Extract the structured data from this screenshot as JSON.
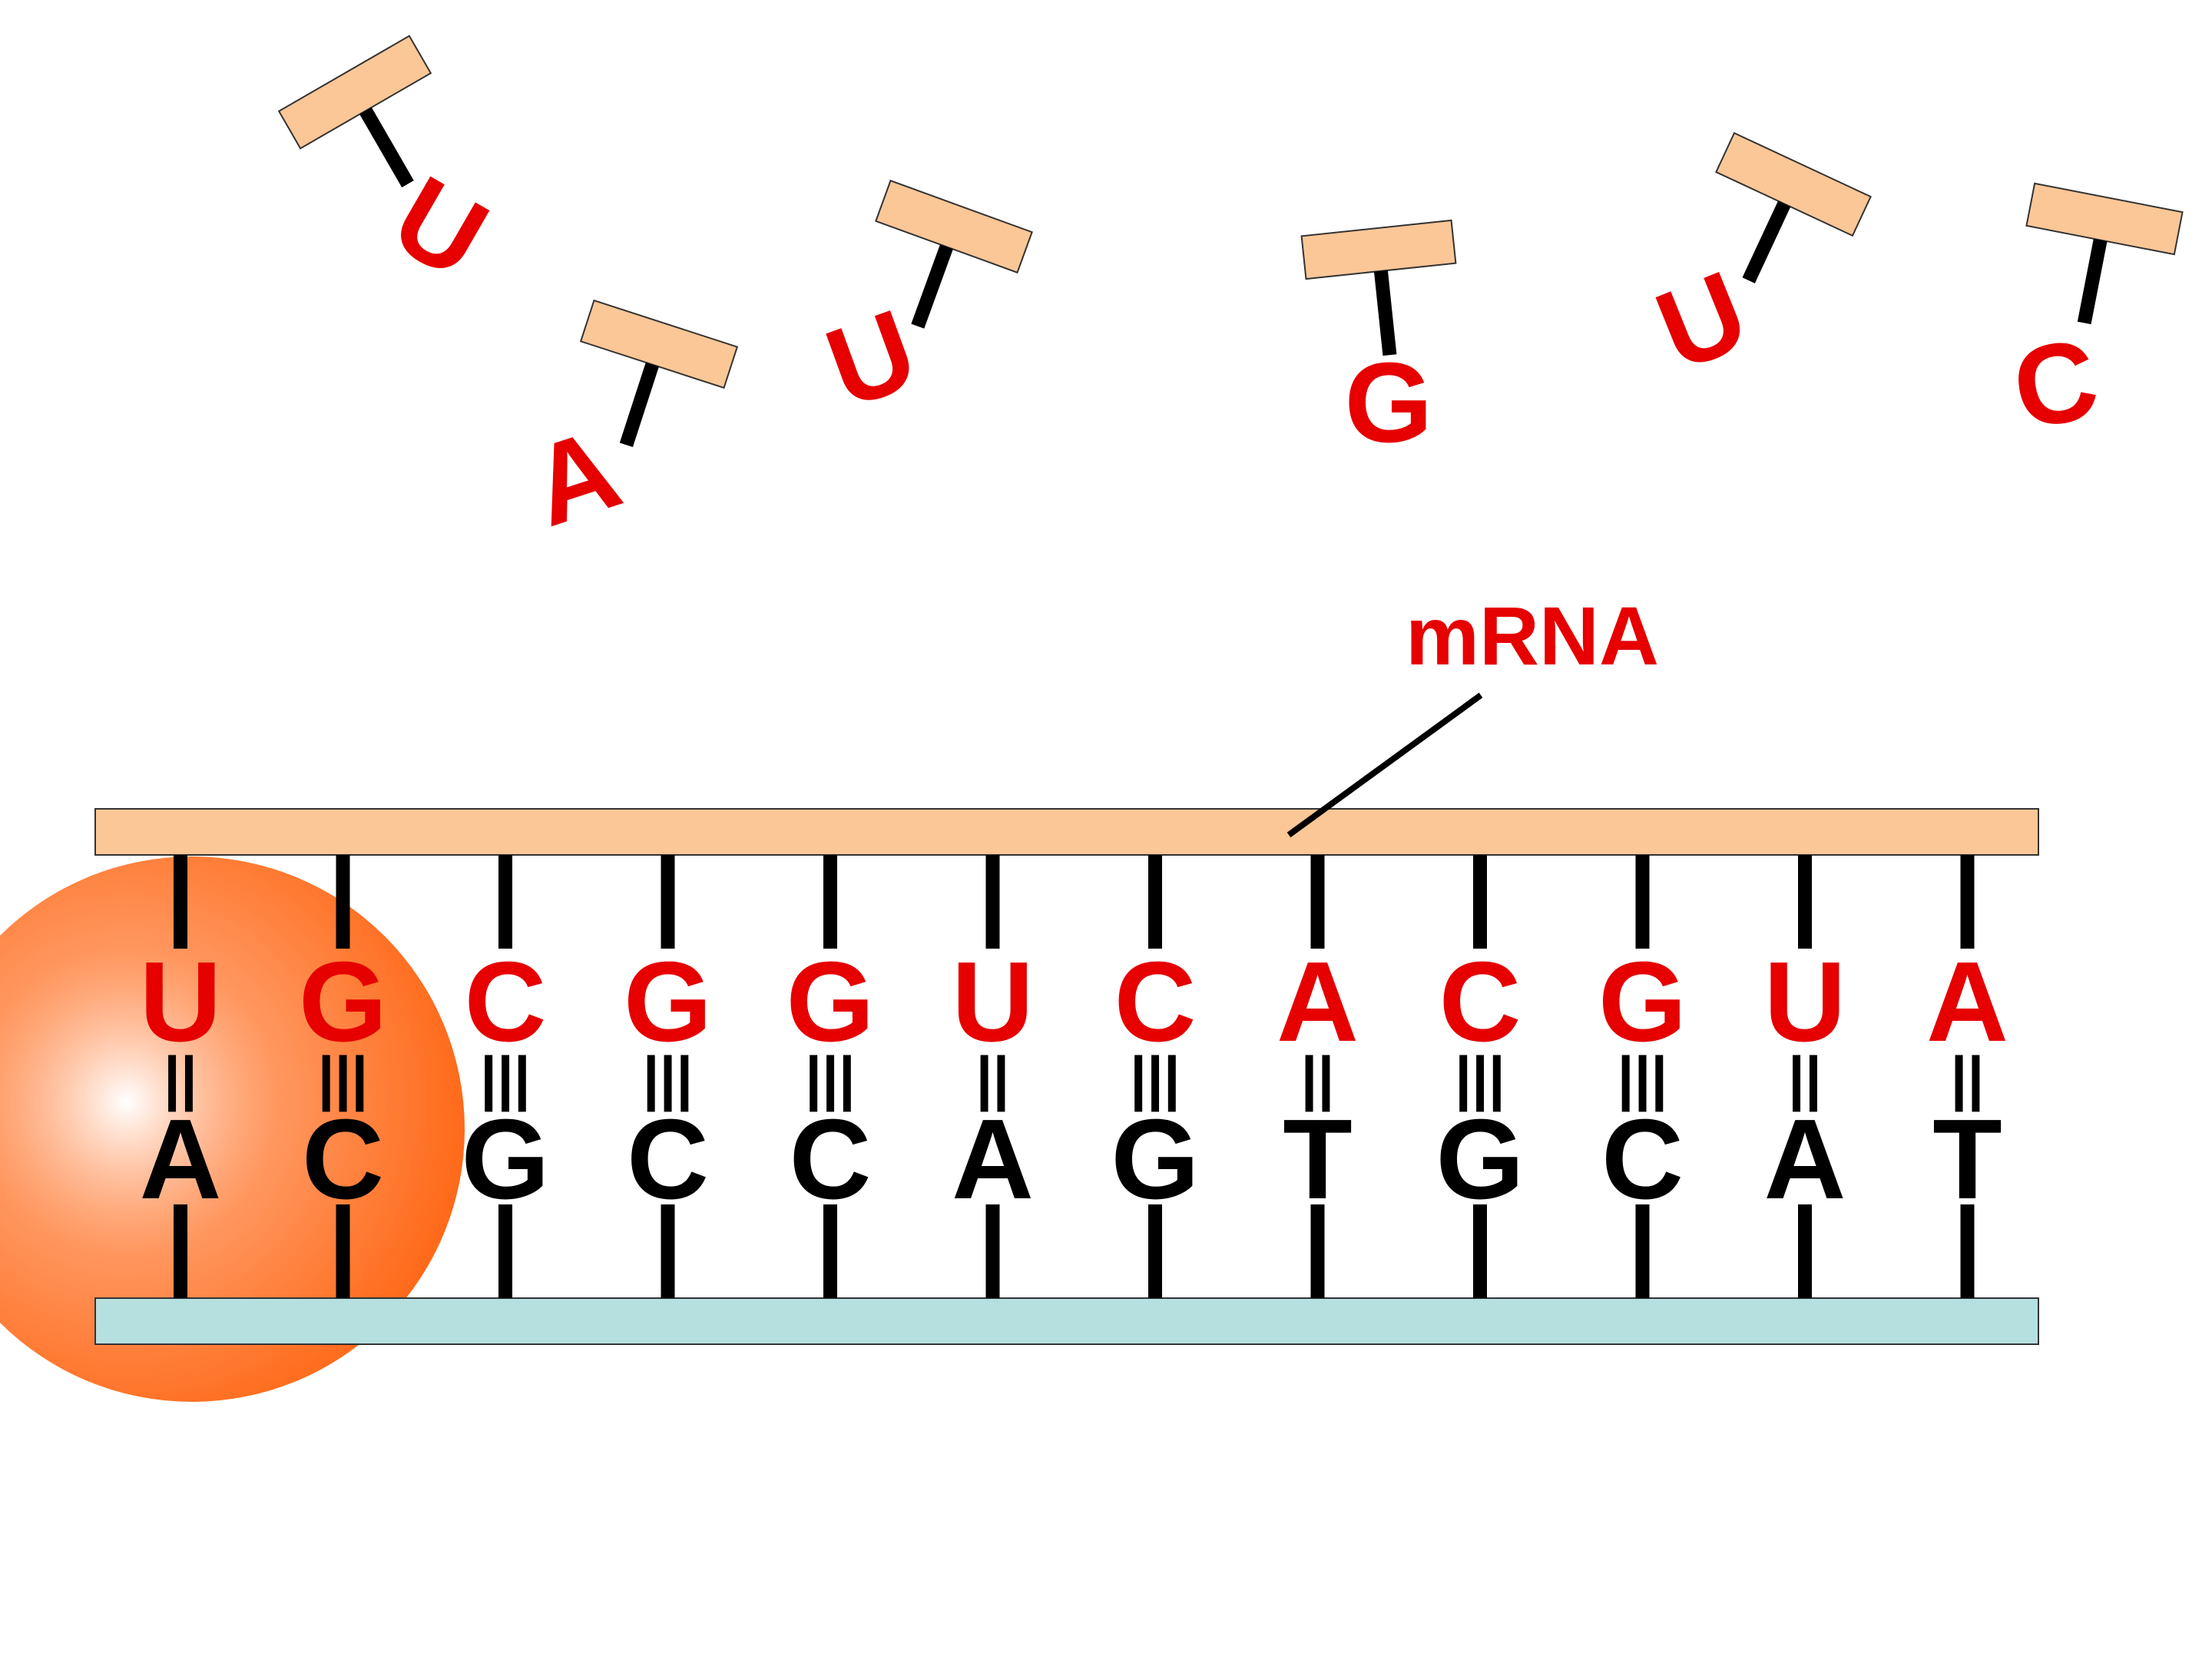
{
  "label": "mRNA",
  "colors": {
    "rna_letter": "#e60000",
    "dna_letter": "#000000",
    "mrna_strand": "#fcc797",
    "dna_strand": "#b6dfe0",
    "ribosome": "#ff6a1a",
    "ribosome_center": "#ffffff"
  },
  "free_nucleotides": [
    {
      "base": "U"
    },
    {
      "base": "A"
    },
    {
      "base": "U"
    },
    {
      "base": "G"
    },
    {
      "base": "U"
    },
    {
      "base": "C"
    }
  ],
  "base_pairs": [
    {
      "rna": "U",
      "dna": "A",
      "bonds": "||"
    },
    {
      "rna": "G",
      "dna": "C",
      "bonds": "|||"
    },
    {
      "rna": "C",
      "dna": "G",
      "bonds": "|||"
    },
    {
      "rna": "G",
      "dna": "C",
      "bonds": "|||"
    },
    {
      "rna": "G",
      "dna": "C",
      "bonds": "|||"
    },
    {
      "rna": "U",
      "dna": "A",
      "bonds": "||"
    },
    {
      "rna": "C",
      "dna": "G",
      "bonds": "|||"
    },
    {
      "rna": "A",
      "dna": "T",
      "bonds": "||"
    },
    {
      "rna": "C",
      "dna": "G",
      "bonds": "|||"
    },
    {
      "rna": "G",
      "dna": "C",
      "bonds": "|||"
    },
    {
      "rna": "U",
      "dna": "A",
      "bonds": "||"
    },
    {
      "rna": "A",
      "dna": "T",
      "bonds": "||"
    }
  ]
}
